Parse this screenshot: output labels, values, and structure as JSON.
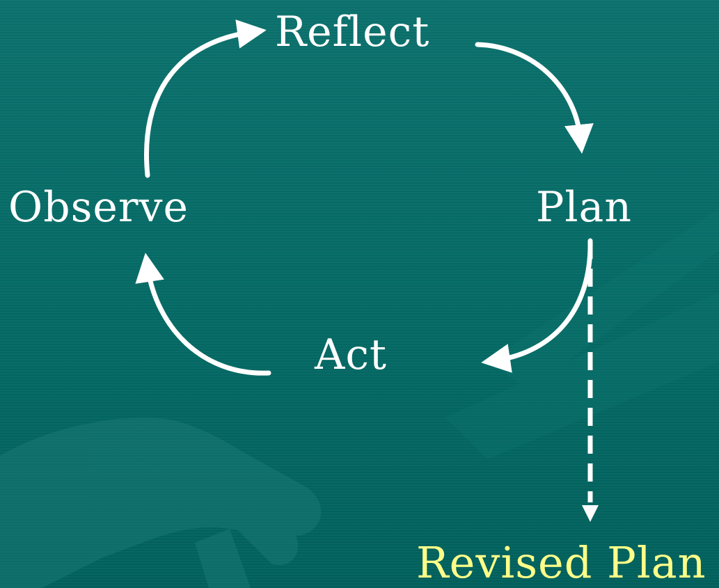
{
  "diagram": {
    "nodes": {
      "reflect": "Reflect",
      "plan": "Plan",
      "act": "Act",
      "observe": "Observe",
      "revised_plan": "Revised Plan"
    },
    "edges": [
      {
        "from": "Reflect",
        "to": "Plan",
        "style": "solid"
      },
      {
        "from": "Plan",
        "to": "Act",
        "style": "solid"
      },
      {
        "from": "Act",
        "to": "Observe",
        "style": "solid"
      },
      {
        "from": "Observe",
        "to": "Reflect",
        "style": "solid"
      },
      {
        "from": "Plan",
        "to": "Revised Plan",
        "style": "dashed"
      }
    ]
  },
  "colors": {
    "background": "#006a66",
    "cycle_text": "#ffffff",
    "revised_plan_text": "#ffff88",
    "arrows": "#ffffff"
  }
}
